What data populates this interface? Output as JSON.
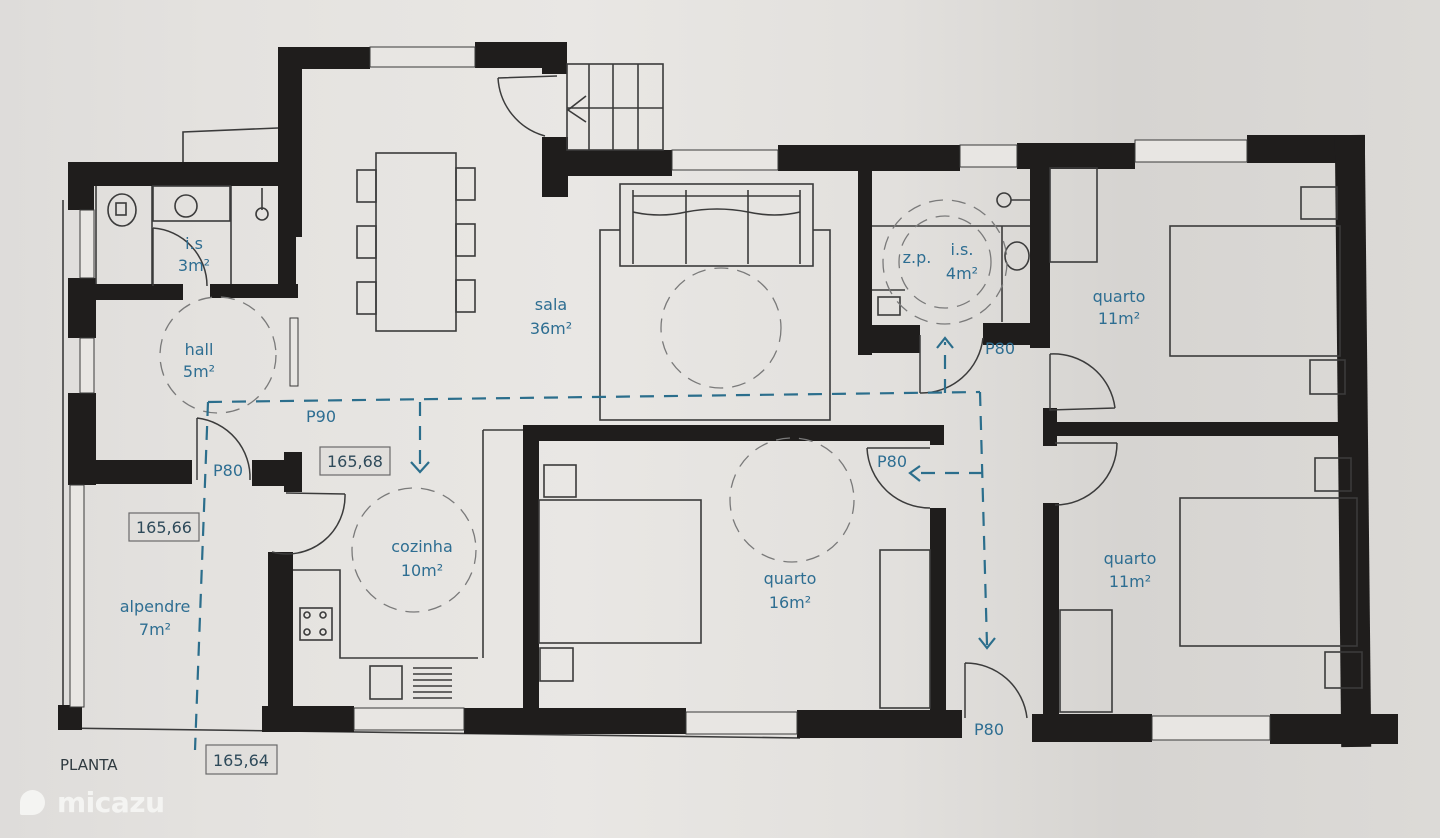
{
  "plan": {
    "title": "PLANTA",
    "colors": {
      "wall": "#1f1d1c",
      "label": "#2e6e92",
      "path": "#2b6e8c",
      "paper": "#e4e2df"
    },
    "rooms": [
      {
        "id": "is-small",
        "name": "i.s",
        "area": "3m²"
      },
      {
        "id": "hall",
        "name": "hall",
        "area": "5m²"
      },
      {
        "id": "sala",
        "name": "sala",
        "area": "36m²"
      },
      {
        "id": "is-large",
        "name": "i.s.",
        "area": "4m²",
        "note": "z.p."
      },
      {
        "id": "quarto-ne",
        "name": "quarto",
        "area": "11m²"
      },
      {
        "id": "quarto-center",
        "name": "quarto",
        "area": "16m²"
      },
      {
        "id": "quarto-se",
        "name": "quarto",
        "area": "11m²"
      },
      {
        "id": "cozinha",
        "name": "cozinha",
        "area": "10m²"
      },
      {
        "id": "alpendre",
        "name": "alpendre",
        "area": "7m²"
      }
    ],
    "doors": [
      {
        "id": "door-hall-main",
        "label": "P90"
      },
      {
        "id": "door-entrance",
        "label": "P80"
      },
      {
        "id": "door-bath",
        "label": "P80"
      },
      {
        "id": "door-quarto-center",
        "label": "P80"
      },
      {
        "id": "door-bottom",
        "label": "P80"
      }
    ],
    "elevations": [
      "165,68",
      "165,66",
      "165,64"
    ]
  },
  "watermark": {
    "brand": "micazu"
  }
}
